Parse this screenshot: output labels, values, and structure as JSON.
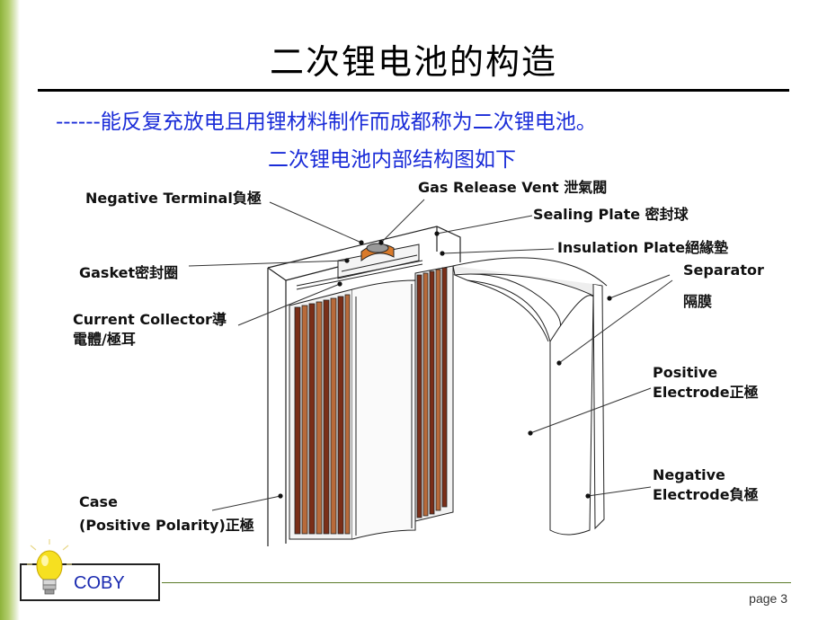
{
  "slide": {
    "title": "二次锂电池的构造",
    "subtitle_line1": "------能反复充放电且用锂材料制作而成都称为二次锂电池。",
    "subtitle_line2": "二次锂电池内部结构图如下",
    "page_label": "page 3",
    "accent_color": "#1a2cd8",
    "sidebar_color": "#8db33a"
  },
  "diagram": {
    "labels": {
      "gas_release_vent": "Gas  Release  Vent   泄氣閥",
      "negative_terminal": "Negative Terminal負極",
      "sealing_plate": "Sealing Plate 密封球",
      "insulation_plate": "Insulation Plate絕緣墊",
      "gasket": "Gasket密封圈",
      "separator": "Separator",
      "separator_zh": "隔膜",
      "current_collector_1": "Current Collector導",
      "current_collector_2": "電體/極耳",
      "positive_electrode_1": "Positive",
      "positive_electrode_2": "Electrode正極",
      "negative_electrode_1": "Negative",
      "negative_electrode_2": "Electrode負極",
      "case_1": "Case",
      "case_2": "(Positive Polarity)正極"
    }
  },
  "logo": {
    "text": "COBY",
    "icon": "lightbulb-icon"
  }
}
